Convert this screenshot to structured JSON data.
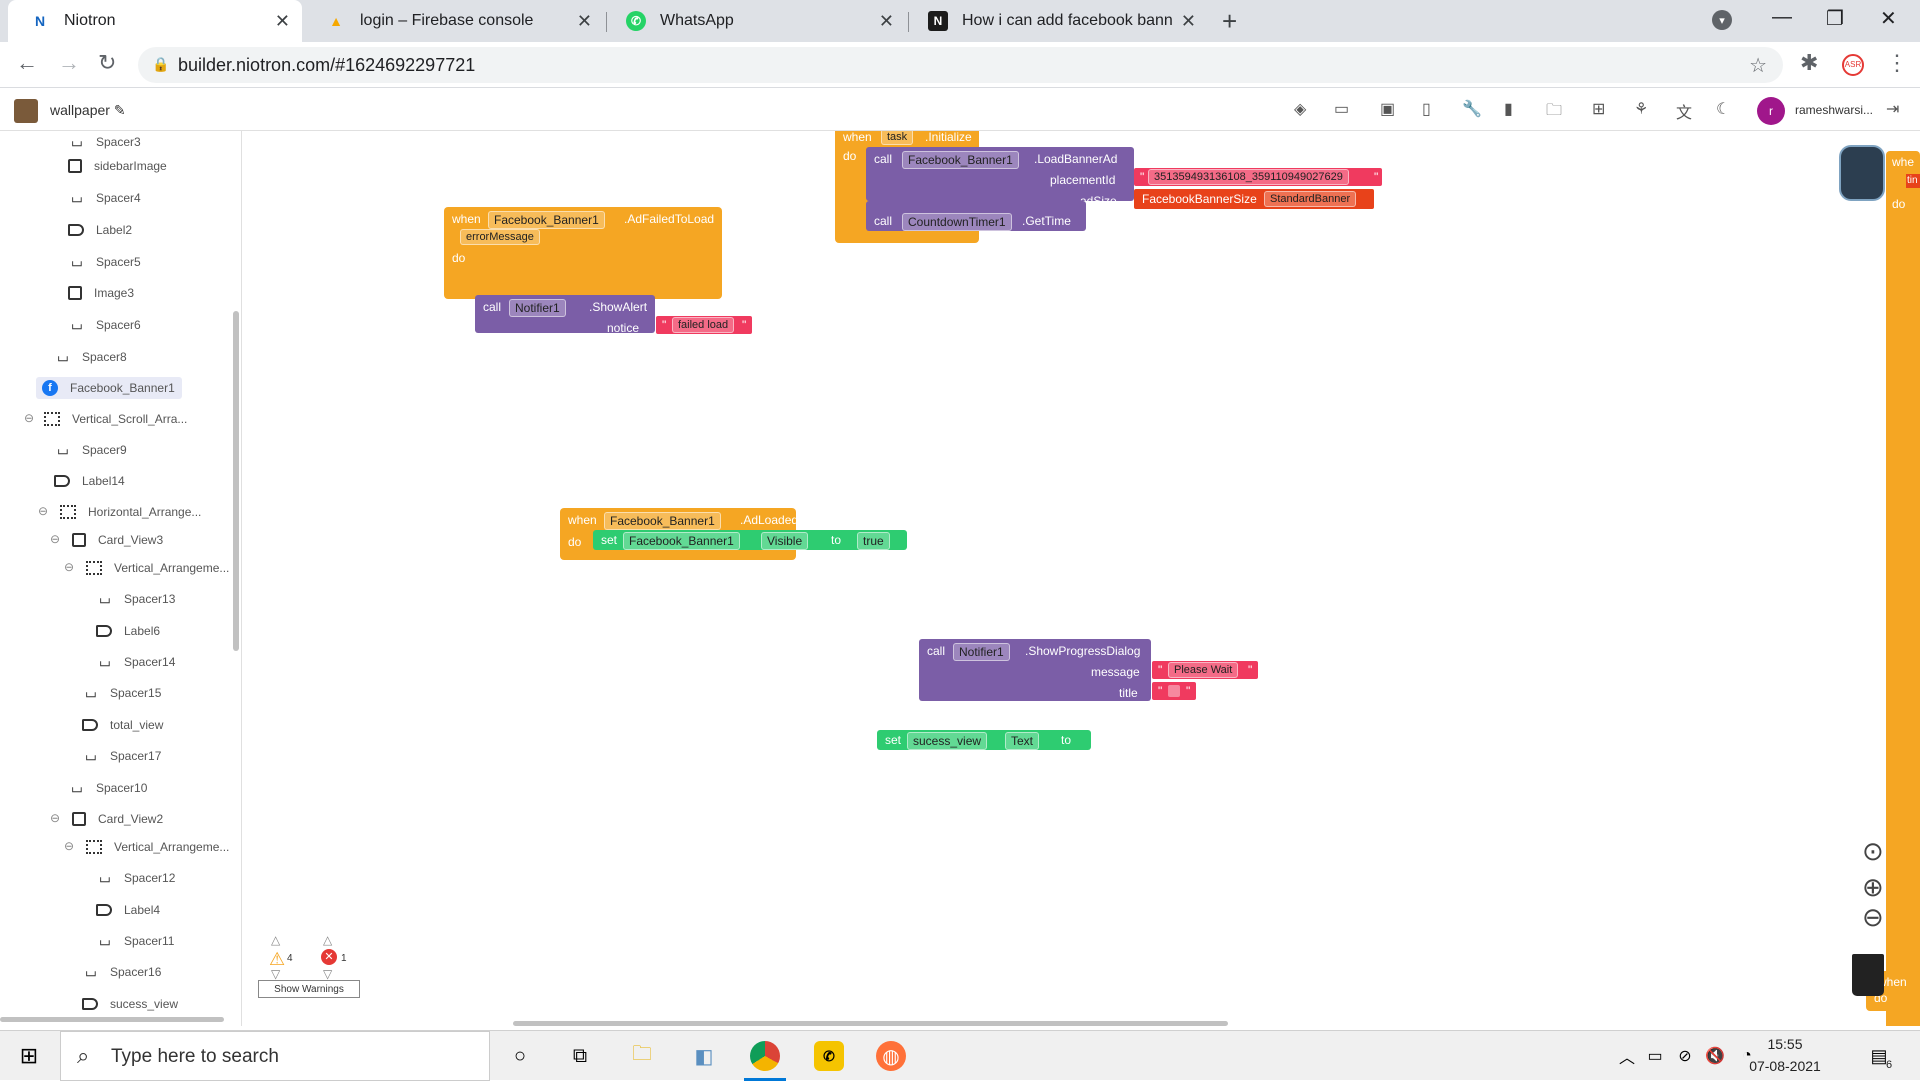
{
  "browser": {
    "tabs": [
      {
        "title": "Niotron"
      },
      {
        "title": "login – Firebase console"
      },
      {
        "title": "WhatsApp"
      },
      {
        "title": "How i can add facebook banner a"
      }
    ],
    "url": "builder.niotron.com/#1624692297721"
  },
  "app": {
    "project_name": "wallpaper",
    "user_initial": "r",
    "user_name": "rameshwarsi..."
  },
  "sidebar": {
    "items": [
      "Spacer3",
      "sidebarImage",
      "Spacer4",
      "Label2",
      "Spacer5",
      "Image3",
      "Spacer6",
      "Spacer8",
      "Facebook_Banner1",
      "Vertical_Scroll_Arra...",
      "Spacer9",
      "Label14",
      "Horizontal_Arrange...",
      "Card_View3",
      "Vertical_Arrangeme...",
      "Spacer13",
      "Label6",
      "Spacer14",
      "Spacer15",
      "total_view",
      "Spacer17",
      "Spacer10",
      "Card_View2",
      "Vertical_Arrangeme...",
      "Spacer12",
      "Label4",
      "Spacer11",
      "Spacer16",
      "sucess_view"
    ]
  },
  "blocks": {
    "init": {
      "when": "when",
      "component": "task",
      "event": ".Initialize",
      "do": "do",
      "call1": "call",
      "fb": "Facebook_Banner1",
      "method1": ".LoadBannerAd",
      "placement_label": "placementId",
      "placement_value": "351359493136108_359110949027629",
      "adsize_label": "adSize",
      "adsize_type": "FacebookBannerSize",
      "adsize_value": "StandardBanner",
      "call2": "call",
      "timer": "CountdownTimer1",
      "method2": ".GetTime"
    },
    "failed": {
      "when": "when",
      "component": "Facebook_Banner1",
      "event": ".AdFailedToLoad",
      "param": "errorMessage",
      "do": "do",
      "call": "call",
      "notifier": "Notifier1",
      "method": ".ShowAlert",
      "notice_label": "notice",
      "notice_value": "failed load"
    },
    "loaded": {
      "when": "when",
      "component": "Facebook_Banner1",
      "event": ".AdLoaded",
      "do": "do",
      "set": "set",
      "target": "Facebook_Banner1",
      "prop": "Visible",
      "to": "to",
      "value": "true"
    },
    "progress": {
      "call": "call",
      "notifier": "Notifier1",
      "method": ".ShowProgressDialog",
      "message_label": "message",
      "message_value": "Please Wait",
      "title_label": "title"
    },
    "setview": {
      "set": "set",
      "target": "sucess_view",
      "prop": "Text",
      "to": "to"
    },
    "edge_right": {
      "when": "whe",
      "tim": "tin",
      "do": "do"
    },
    "edge_bottom": {
      "when": "when",
      "do": "do"
    }
  },
  "warnings": {
    "warn_count": "4",
    "error_count": "1",
    "button_label": "Show Warnings"
  },
  "taskbar": {
    "search_placeholder": "Type here to search",
    "time": "15:55",
    "date": "07-08-2021",
    "notification_count": "6"
  },
  "colors": {
    "event": "#f5a623",
    "call": "#7b5ea7",
    "set": "#2ecc71",
    "text": "#f03a5f",
    "accent": "#0078d7"
  }
}
